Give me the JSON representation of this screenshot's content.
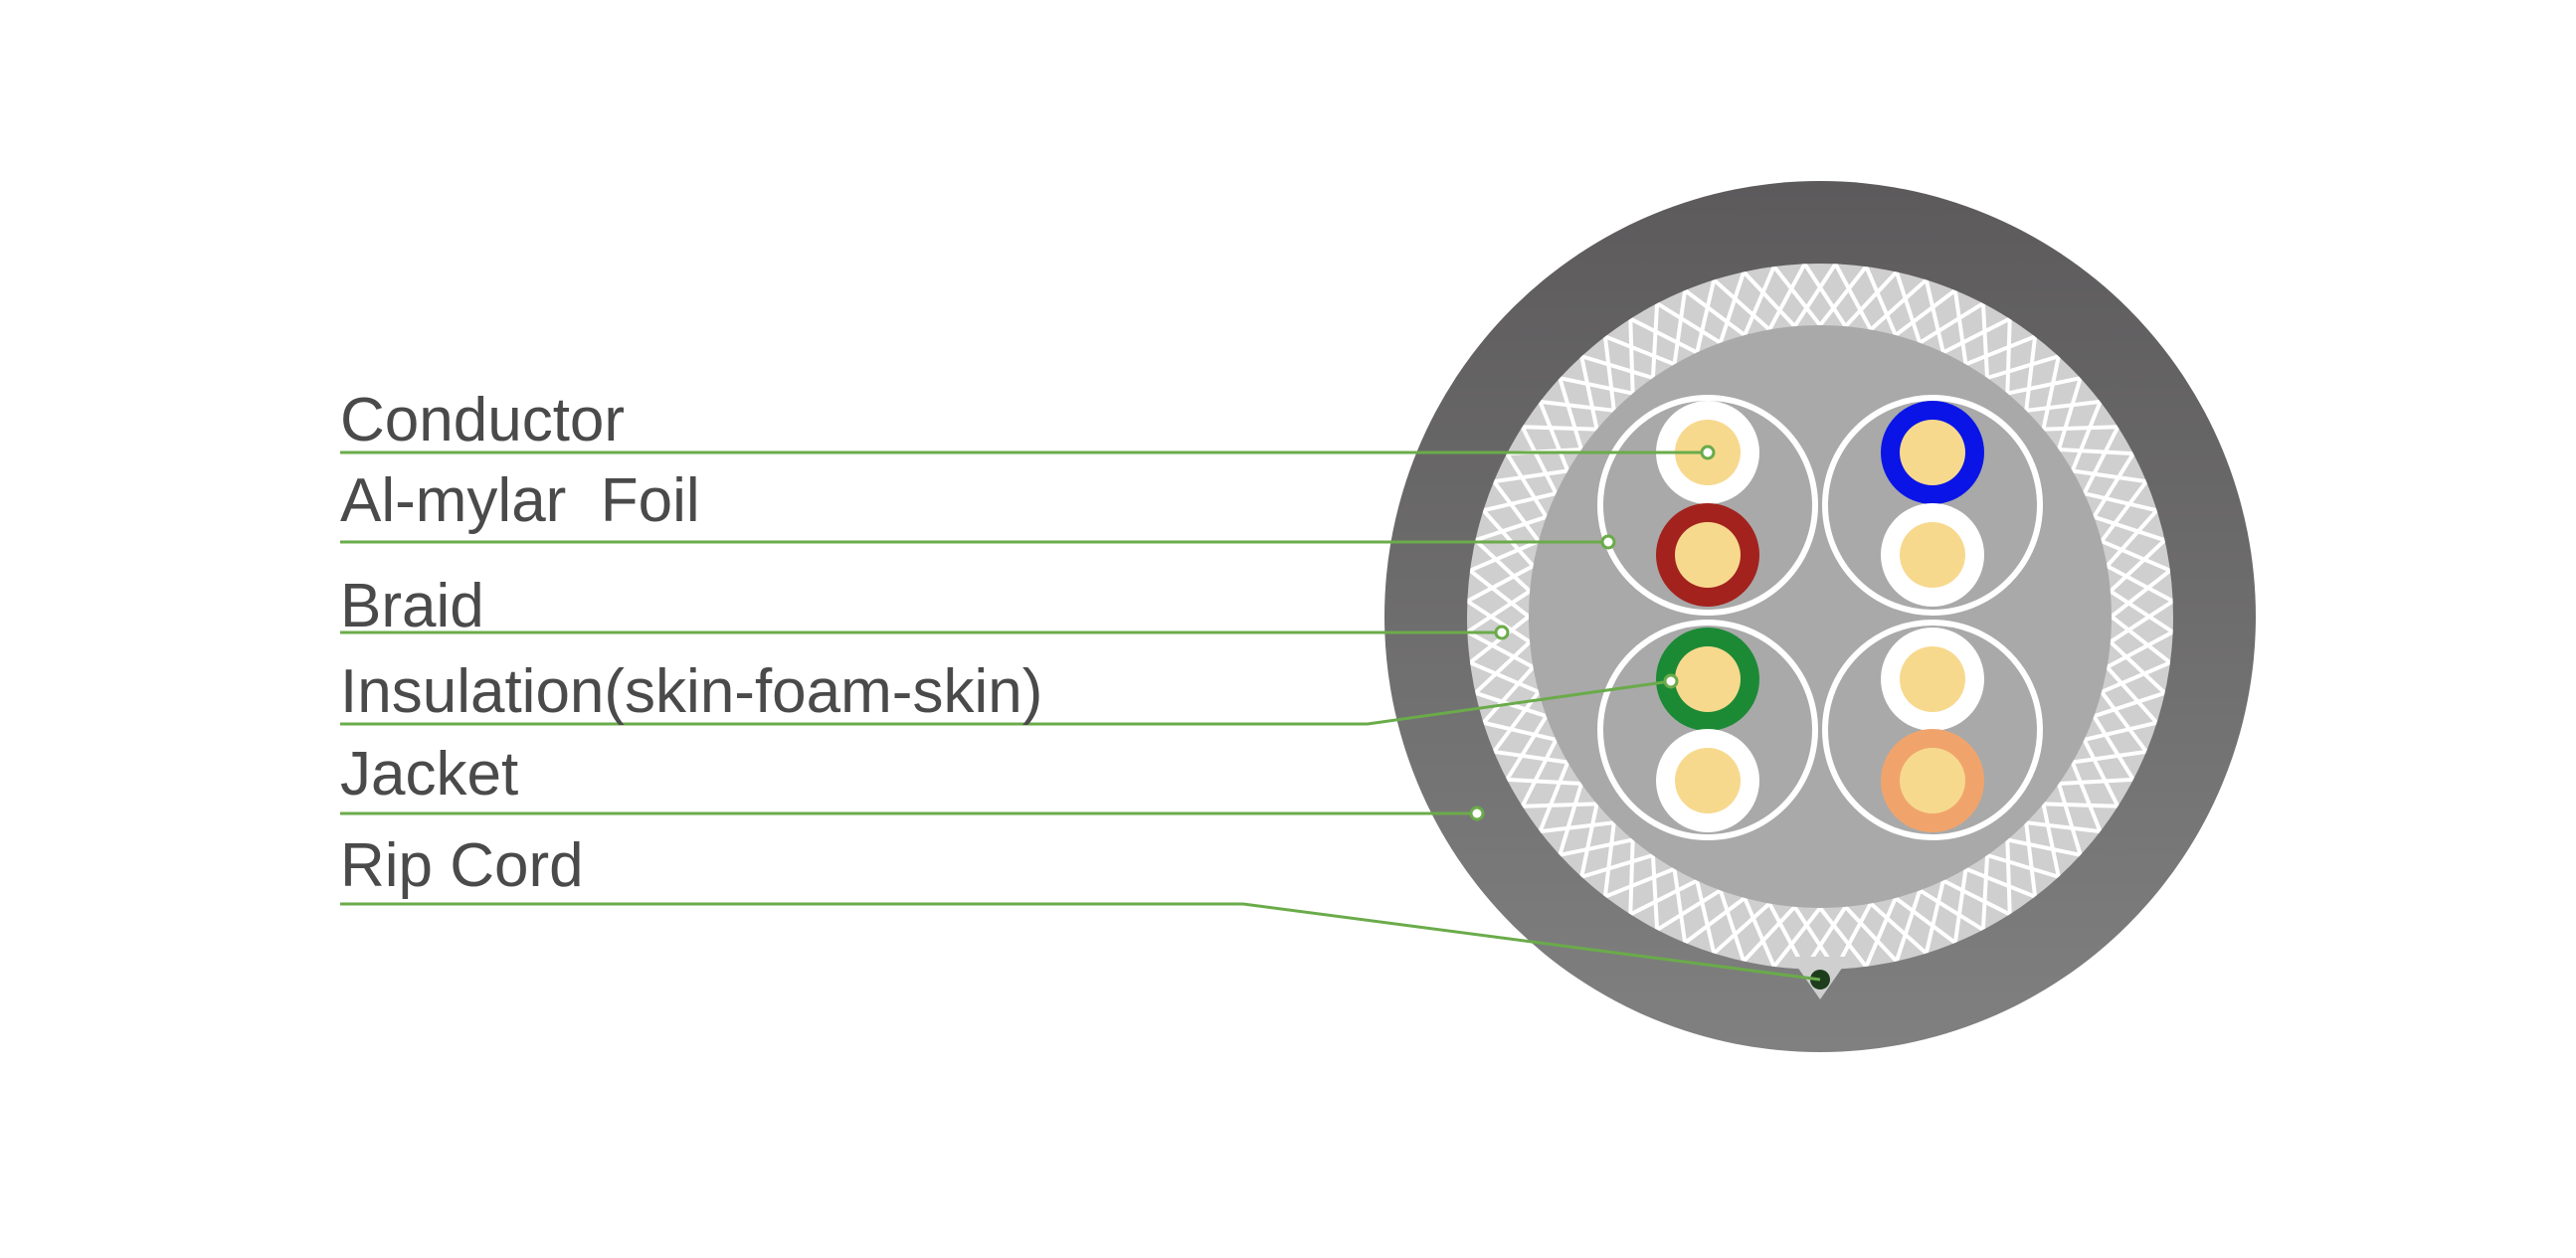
{
  "labels": {
    "conductor": "Conductor",
    "foil": "Al-mylar  Foil",
    "braid": "Braid",
    "insulation": "Insulation(skin-foam-skin)",
    "jacket": "Jacket",
    "rip_cord": "Rip Cord"
  },
  "colors": {
    "jacket_outer": "#5f5d5e",
    "jacket_inner": "#7a7a7a",
    "braid_bg": "#d6d6d6",
    "braid_line": "#ffffff",
    "core": "#a9a9a9",
    "pair_ring": "#ffffff",
    "conductor": "#f7d98e",
    "leader_line": "#6aab4a",
    "pair_blue": "#0a14e6",
    "pair_red": "#a3221d",
    "pair_green": "#1c8a35",
    "pair_orange": "#f0a46c",
    "solid_white": "#ffffff"
  },
  "wires": [
    {
      "pair": "brown",
      "position": "top-left-upper",
      "insulation_color": "solid_white"
    },
    {
      "pair": "brown",
      "position": "top-left-lower",
      "insulation_color": "pair_red"
    },
    {
      "pair": "blue",
      "position": "top-right-upper",
      "insulation_color": "pair_blue"
    },
    {
      "pair": "blue",
      "position": "top-right-lower",
      "insulation_color": "solid_white"
    },
    {
      "pair": "green",
      "position": "bottom-left-upper",
      "insulation_color": "pair_green"
    },
    {
      "pair": "green",
      "position": "bottom-left-lower",
      "insulation_color": "solid_white"
    },
    {
      "pair": "orange",
      "position": "bottom-right-upper",
      "insulation_color": "solid_white"
    },
    {
      "pair": "orange",
      "position": "bottom-right-lower",
      "insulation_color": "pair_orange"
    }
  ]
}
